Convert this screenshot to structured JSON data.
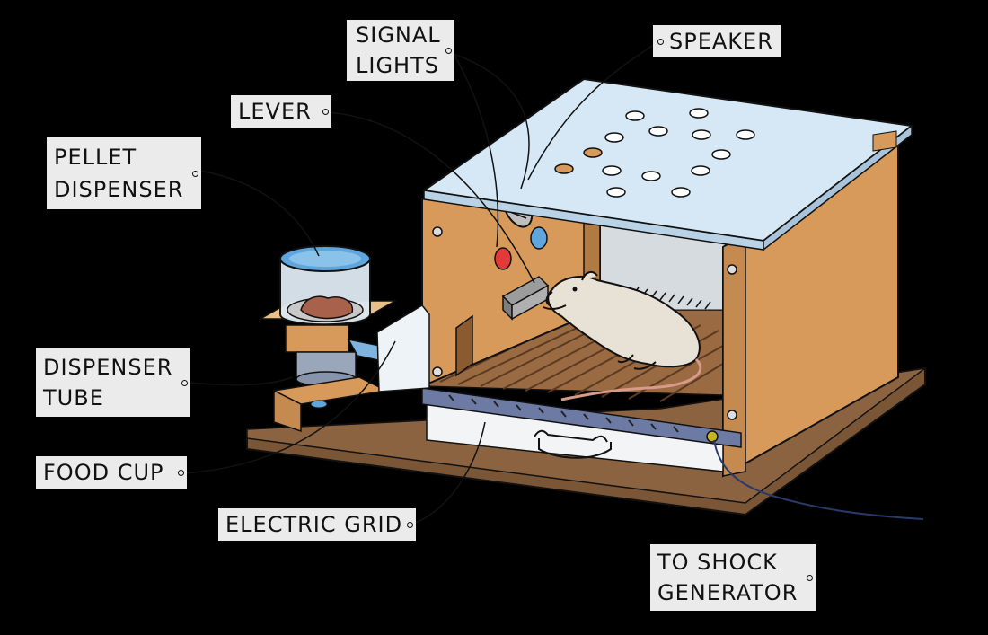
{
  "labels": {
    "signal_lights": [
      "SIGNAL",
      "LIGHTS"
    ],
    "speaker": "SPEAKER",
    "lever": "LEVER",
    "pellet_dispenser": [
      "PELLET",
      "DISPENSER"
    ],
    "dispenser_tube": [
      "DISPENSER",
      "TUBE"
    ],
    "food_cup": "FOOD CUP",
    "electric_grid": "ELECTRIC GRID",
    "to_shock_generator": [
      "TO SHOCK",
      "GENERATOR"
    ]
  },
  "colors": {
    "background": "#000000",
    "label_bg": "#ecebeb",
    "wood": "#d79a5a",
    "wood_dark": "#b07a45",
    "base": "#7a5536",
    "glass": "#d6e8f5",
    "red_light": "#e23a3a",
    "blue_light": "#5fa6df",
    "grid_bar": "#6d7aa3",
    "rat": "#e8e1d6"
  }
}
